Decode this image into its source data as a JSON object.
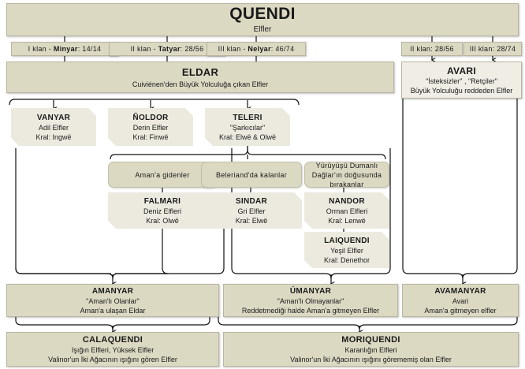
{
  "diagram": {
    "title": "Quendi soy ağacı",
    "palette": {
      "box_fill": "#dcd9c3",
      "kindred_fill": "#eceadf",
      "avari_fill": "#efede4",
      "border": "#b9b5a0",
      "line": "#111111",
      "text": "#1a1a1a",
      "background": "#ffffff"
    }
  },
  "root": {
    "name": "QUENDI",
    "subtitle": "Elfler"
  },
  "clans": [
    {
      "id": "clan-1",
      "label": "I klan - ",
      "strong": "Minyar",
      "count": ": 14/14"
    },
    {
      "id": "clan-2",
      "label": "II klan - ",
      "strong": "Tatyar",
      "count": ": 28/56"
    },
    {
      "id": "clan-3",
      "label": "III klan - ",
      "strong": "Nelyar",
      "count": ": 46/74"
    }
  ],
  "avari_clans": [
    {
      "id": "avari-clan-2",
      "label": "II klan: 28/56"
    },
    {
      "id": "avari-clan-3",
      "label": "III klan: 28/74"
    }
  ],
  "eldar": {
    "name": "ELDAR",
    "subtitle": "Cuiviénen'den Büyük Yolculuğa çıkan Elfler"
  },
  "avari": {
    "name": "AVARI",
    "line1": "\"İsteksizler\" , \"Retçiler\"",
    "line2": "Büyük Yolculuğu reddeden Elfler"
  },
  "kindreds": [
    {
      "id": "vanyar",
      "name": "VANYAR",
      "line1": "Adil Elfler",
      "line2": "Kral: Ingwë"
    },
    {
      "id": "noldor",
      "name": "ÑOLDOR",
      "line1": "Derin Elfler",
      "line2": "Kral: Finwë"
    },
    {
      "id": "teleri",
      "name": "TELERI",
      "line1": "\"Şarkıcılar\"",
      "line2": "Kral: Elwë & Olwë"
    }
  ],
  "teleri_splits": [
    {
      "id": "split-aman",
      "label": "Aman'a gidenler"
    },
    {
      "id": "split-beleriand",
      "label": "Beleriand'da kalanlar"
    },
    {
      "id": "split-misty",
      "label": "Yürüyüşü Dumanlı Dağlar'ın doğusunda bırakanlar"
    }
  ],
  "teleri_groups": [
    {
      "id": "falmari",
      "name": "FALMARI",
      "line1": "Deniz Elfleri",
      "line2": "Kral: Olwë"
    },
    {
      "id": "sindar",
      "name": "SINDAR",
      "line1": "Gri Elfler",
      "line2": "Kral: Elwë"
    },
    {
      "id": "nandor",
      "name": "NANDOR",
      "line1": "Orman Elfleri",
      "line2": "Kral: Lenwë"
    },
    {
      "id": "laiquendi",
      "name": "LAIQUENDI",
      "line1": "Yeşil Elfler",
      "line2": "Kral: Denethor"
    }
  ],
  "tier_manyar": [
    {
      "id": "amanyar",
      "name": "AMANYAR",
      "line1": "\"Aman'lı Olanlar\"",
      "line2": "Aman'a ulaşan Eldar"
    },
    {
      "id": "umanyar",
      "name": "ÚMANYAR",
      "line1": "\"Aman'lı Olmayanlar\"",
      "line2": "Reddetmediği halde Aman'a gitmeyen Elfler"
    },
    {
      "id": "avamanyar",
      "name": "AVAMANYAR",
      "line1": "Avari",
      "line2": "Aman'a gitmeyen elfler"
    }
  ],
  "tier_quendi": [
    {
      "id": "calaquendi",
      "name": "CALAQUENDI",
      "line1": "Işığın Elfleri, Yüksek Elfler",
      "line2": "Valinor'un İki Ağacının ışığını gören Elfler"
    },
    {
      "id": "moriquendi",
      "name": "MORIQUENDI",
      "line1": "Karanlığın Elfleri",
      "line2": "Valinor'un İki Ağacının ışığını görememiş olan Elfler"
    }
  ]
}
